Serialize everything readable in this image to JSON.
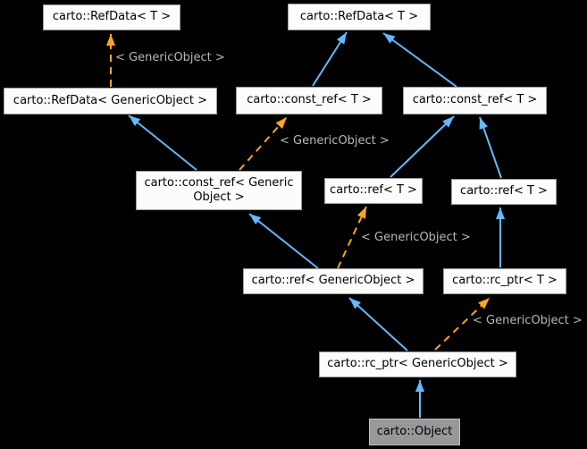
{
  "diagram": {
    "type": "class-inheritance-graph",
    "background_color": "#000000",
    "colors": {
      "inheritance_edge": "#63b8ff",
      "template_instance_edge": "#ffa420",
      "node_fill": "#fcfcfc",
      "node_border": "#9c9c9c",
      "current_node_fill": "#989898",
      "edge_label_text": "#b8b8b8",
      "node_text": "#000000"
    },
    "nodes": [
      {
        "id": "refdata_t_left",
        "label": "carto::RefData< T >"
      },
      {
        "id": "refdata_t_right",
        "label": "carto::RefData< T >"
      },
      {
        "id": "refdata_genericobject",
        "label": "carto::RefData< GenericObject >"
      },
      {
        "id": "const_ref_t_left",
        "label": "carto::const_ref< T >"
      },
      {
        "id": "const_ref_t_right",
        "label": "carto::const_ref< T >"
      },
      {
        "id": "const_ref_genericobject",
        "label": "carto::const_ref< Generic\nObject >"
      },
      {
        "id": "ref_t_left",
        "label": "carto::ref< T >"
      },
      {
        "id": "ref_t_right",
        "label": "carto::ref< T >"
      },
      {
        "id": "ref_genericobject",
        "label": "carto::ref< GenericObject >"
      },
      {
        "id": "rc_ptr_t",
        "label": "carto::rc_ptr< T >"
      },
      {
        "id": "rc_ptr_genericobject",
        "label": "carto::rc_ptr< GenericObject >"
      },
      {
        "id": "object",
        "label": "carto::Object",
        "current": true
      }
    ],
    "edges": [
      {
        "from": "refdata_genericobject",
        "to": "refdata_t_left",
        "type": "template-instance",
        "label": "< GenericObject >"
      },
      {
        "from": "const_ref_genericobject",
        "to": "refdata_genericobject",
        "type": "inheritance"
      },
      {
        "from": "const_ref_t_left",
        "to": "refdata_t_right",
        "type": "inheritance"
      },
      {
        "from": "const_ref_t_right",
        "to": "refdata_t_right",
        "type": "inheritance"
      },
      {
        "from": "const_ref_genericobject",
        "to": "const_ref_t_left",
        "type": "template-instance",
        "label": "< GenericObject >"
      },
      {
        "from": "ref_t_left",
        "to": "const_ref_t_right",
        "type": "inheritance"
      },
      {
        "from": "ref_t_right",
        "to": "const_ref_t_right",
        "type": "inheritance"
      },
      {
        "from": "ref_genericobject",
        "to": "const_ref_genericobject",
        "type": "inheritance"
      },
      {
        "from": "ref_genericobject",
        "to": "ref_t_left",
        "type": "template-instance",
        "label": "< GenericObject >"
      },
      {
        "from": "rc_ptr_t",
        "to": "ref_t_right",
        "type": "inheritance"
      },
      {
        "from": "rc_ptr_genericobject",
        "to": "ref_genericobject",
        "type": "inheritance"
      },
      {
        "from": "rc_ptr_genericobject",
        "to": "rc_ptr_t",
        "type": "template-instance",
        "label": "< GenericObject >"
      },
      {
        "from": "object",
        "to": "rc_ptr_genericobject",
        "type": "inheritance"
      }
    ]
  }
}
